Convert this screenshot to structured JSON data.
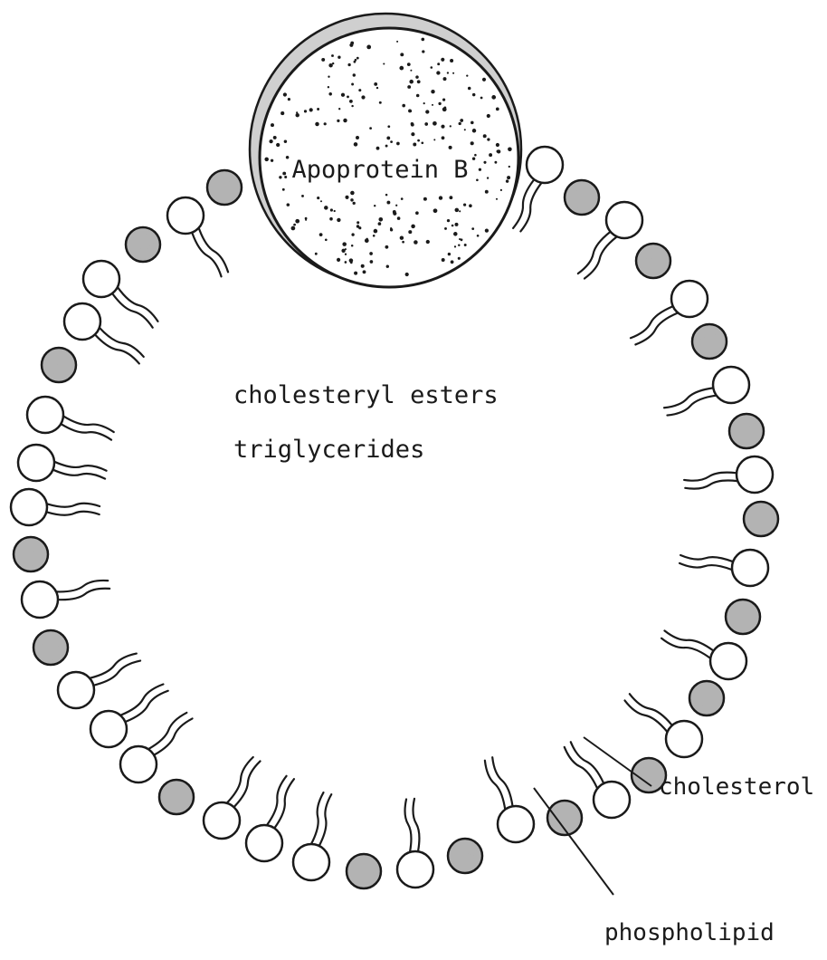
{
  "diagram": {
    "apoprotein_label": "Apoprotein B",
    "core_labels": [
      "cholesteryl esters",
      "triglycerides"
    ],
    "callouts": {
      "cholesterol": "cholesterol",
      "phospholipid": "phospholipid"
    },
    "colors": {
      "ink": "#1a1a1a",
      "cholesterol_fill": "#b3b3b3",
      "phospholipid_fill": "#ffffff",
      "apoprotein_crescent": "#cfcfcf"
    }
  }
}
